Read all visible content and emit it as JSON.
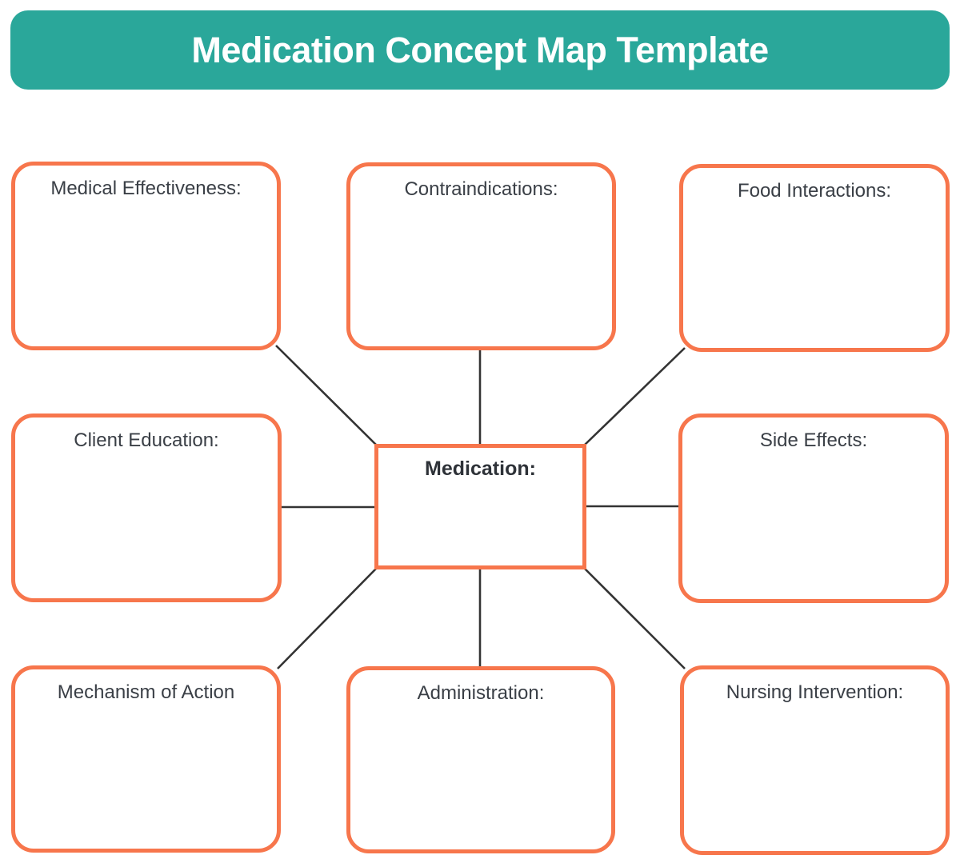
{
  "header": {
    "title": "Medication Concept Map Template"
  },
  "center_box": {
    "label": "Medication:"
  },
  "boxes": [
    {
      "id": "medical-effectiveness",
      "label": "Medical Effectiveness:"
    },
    {
      "id": "contraindications",
      "label": "Contraindications:"
    },
    {
      "id": "food-interactions",
      "label": "Food Interactions:"
    },
    {
      "id": "client-education",
      "label": "Client Education:"
    },
    {
      "id": "side-effects",
      "label": "Side Effects:"
    },
    {
      "id": "mechanism-of-action",
      "label": "Mechanism of Action"
    },
    {
      "id": "administration",
      "label": "Administration:"
    },
    {
      "id": "nursing-intervention",
      "label": "Nursing Intervention:"
    }
  ],
  "colors": {
    "header_background": "#2aa79a",
    "header_text": "#ffffff",
    "box_border": "#f7764c",
    "connector_line": "#333333",
    "label_text": "#3a3f46"
  }
}
